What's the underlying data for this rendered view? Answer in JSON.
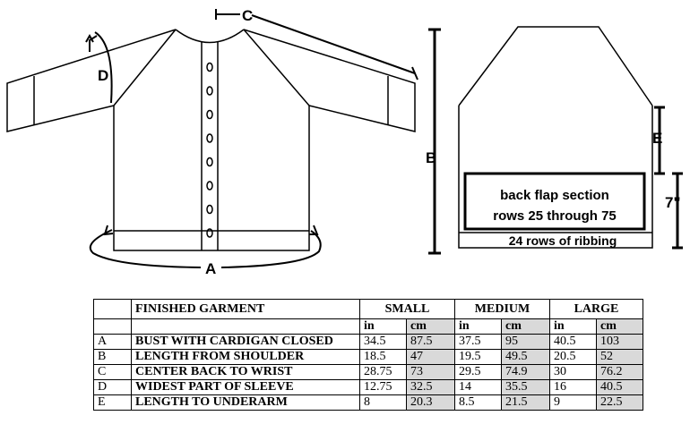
{
  "diagram": {
    "front_labels": {
      "a": "A",
      "b": "B",
      "c": "C",
      "d": "D"
    },
    "back_labels": {
      "e": "E",
      "ribbing_height": "7\""
    },
    "flap_text_1": "back flap section",
    "flap_text_2": "rows 25 through 75",
    "ribbing_text": "24 rows of ribbing",
    "button_count": 8
  },
  "table": {
    "header": "FINISHED GARMENT",
    "sizes": [
      "SMALL",
      "MEDIUM",
      "LARGE"
    ],
    "units": [
      "in",
      "cm"
    ],
    "rows": [
      {
        "key": "A",
        "label": "BUST WITH CARDIGAN CLOSED",
        "values": [
          "34.5",
          "87.5",
          "37.5",
          "95",
          "40.5",
          "103"
        ]
      },
      {
        "key": "B",
        "label": "LENGTH FROM SHOULDER",
        "values": [
          "18.5",
          "47",
          "19.5",
          "49.5",
          "20.5",
          "52"
        ]
      },
      {
        "key": "C",
        "label": "CENTER BACK TO WRIST",
        "values": [
          "28.75",
          "73",
          "29.5",
          "74.9",
          "30",
          "76.2"
        ]
      },
      {
        "key": "D",
        "label": "WIDEST PART OF SLEEVE",
        "values": [
          "12.75",
          "32.5",
          "14",
          "35.5",
          "16",
          "40.5"
        ]
      },
      {
        "key": "E",
        "label": "LENGTH TO UNDERARM",
        "values": [
          "8",
          "20.3",
          "8.5",
          "21.5",
          "9",
          "22.5"
        ]
      }
    ]
  }
}
